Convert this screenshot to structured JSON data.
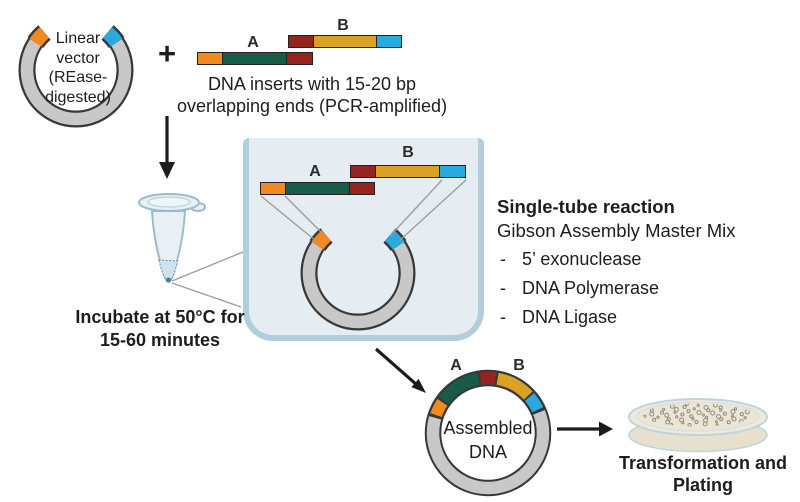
{
  "colors": {
    "orange": "#f18a21",
    "green": "#175c49",
    "dark_red": "#95231f",
    "gold": "#d9a226",
    "blue": "#2aa8e0",
    "ring_gray": "#c8c8c8",
    "outline_dark": "#383838",
    "bar_outline": "#222222",
    "beaker_wall": "#b2cedd",
    "beaker_fill": "#e6edf2",
    "tube_stroke": "#9cbccb",
    "tube_fill": "#e9f0f5",
    "liquid": "#cfe3ee",
    "dish_cream": "#f0ead9",
    "dish_side": "#e7e0cd",
    "dish_rim": "#bfd4de",
    "colony": "#8d8e85",
    "arrow": "#1c1c1c",
    "text": "#1d1d1d",
    "thin_line": "#9b9b9b"
  },
  "header": {
    "vector_lines": [
      "Linear",
      "vector",
      "(REase-",
      "digested)"
    ],
    "plus": "+",
    "caption_line1": "DNA inserts with 15-20 bp",
    "caption_line2": "overlapping ends (PCR-amplified)"
  },
  "labels": {
    "a": "A",
    "b": "B"
  },
  "incubation": {
    "line1": "Incubate at 50°C for",
    "line2": "15-60 minutes"
  },
  "reaction": {
    "title": "Single-tube reaction",
    "subtitle": "Gibson Assembly Master Mix",
    "bullet": "-",
    "components": [
      "5’ exonuclease",
      "DNA Polymerase",
      "DNA Ligase"
    ]
  },
  "result": {
    "line1": "Assembled",
    "line2": "DNA"
  },
  "plating": {
    "line1": "Transformation and",
    "line2": "Plating"
  }
}
